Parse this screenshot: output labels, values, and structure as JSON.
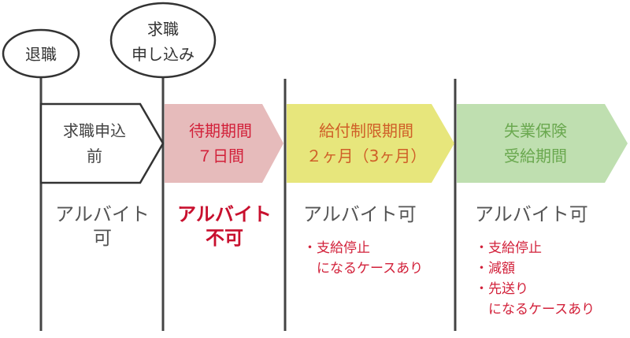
{
  "milestones": [
    {
      "label_lines": [
        "退職"
      ]
    },
    {
      "label_lines": [
        "求職",
        "申し込み"
      ]
    }
  ],
  "phases": [
    {
      "title_lines": [
        "求職申込",
        "前"
      ],
      "fill": "#ffffff",
      "text_color": "#444444",
      "arubaito_lines": [
        "アルバイト",
        "可"
      ],
      "arubaito_color": "#555555",
      "notes": []
    },
    {
      "title_lines": [
        "待期期間",
        "７日間"
      ],
      "fill": "#e6bbbb",
      "text_color": "#d2213a",
      "arubaito_lines": [
        "アルバイト",
        "不可"
      ],
      "arubaito_color": "#c8102e",
      "notes": []
    },
    {
      "title_lines": [
        "給付制限期間",
        "２ヶ月（3ヶ月）"
      ],
      "fill": "#e7e67c",
      "text_color": "#cf5f28",
      "arubaito_lines": [
        "アルバイト可"
      ],
      "arubaito_color": "#555555",
      "notes": [
        "・支給停止",
        "　になるケースあり"
      ]
    },
    {
      "title_lines": [
        "失業保険",
        "受給期間"
      ],
      "fill": "#bfdfb0",
      "text_color": "#6aa84f",
      "arubaito_lines": [
        "アルバイト可"
      ],
      "arubaito_color": "#555555",
      "notes": [
        "・支給停止",
        "・減額",
        "・先送り",
        "　になるケースあり"
      ]
    }
  ]
}
